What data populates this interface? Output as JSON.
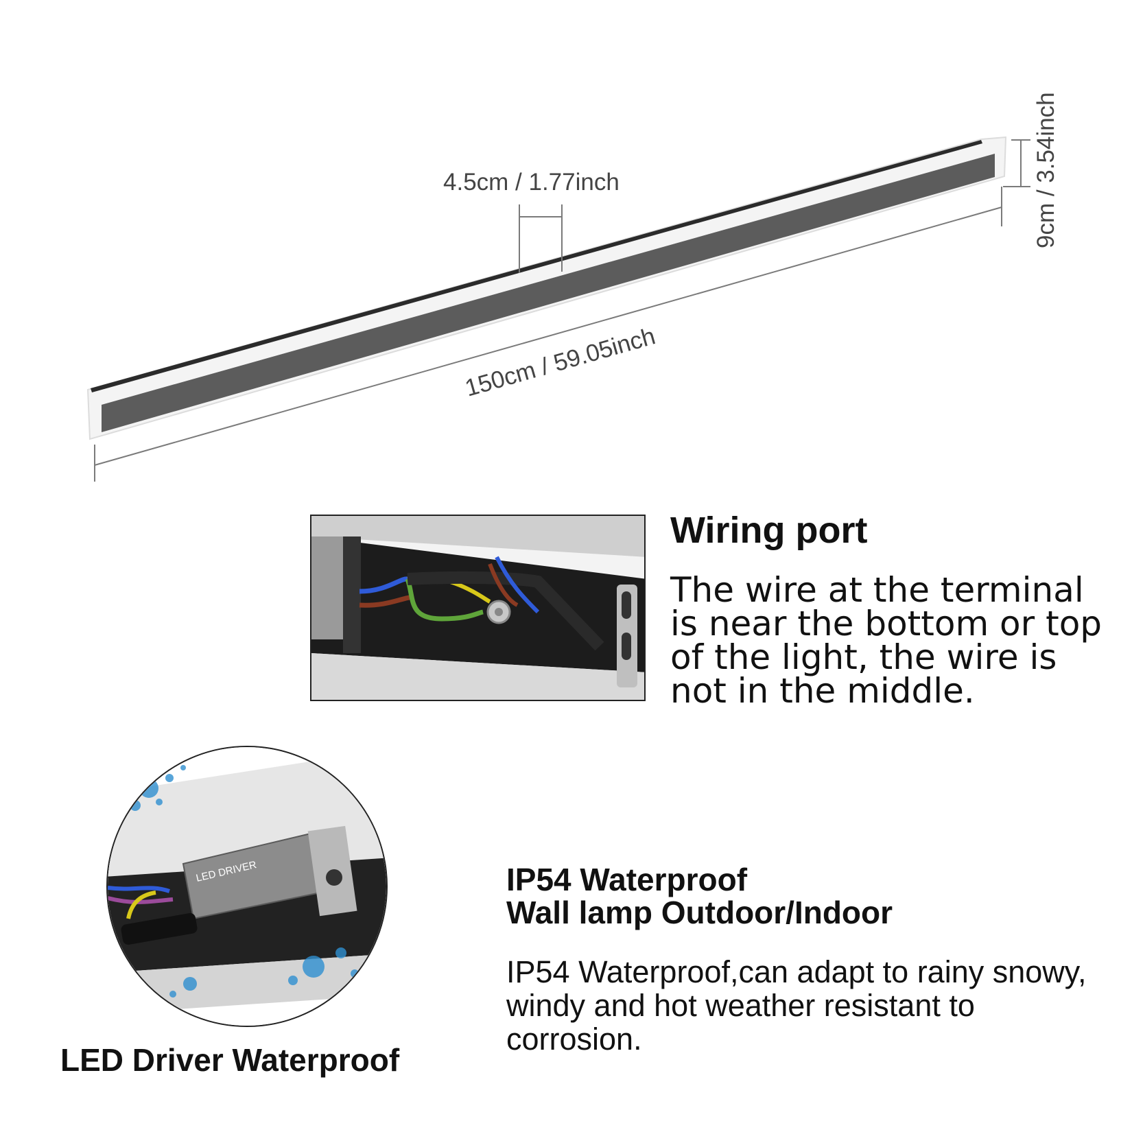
{
  "dimensions": {
    "width_label": "4.5cm / 1.77inch",
    "length_label": "150cm / 59.05inch",
    "height_label": "9cm / 3.54inch"
  },
  "wiring": {
    "title": "Wiring port",
    "description": "The wire at the terminal is near the bottom or top of the light, the wire is not in the middle."
  },
  "driver": {
    "label_text": "LED DRIVER",
    "caption": "LED Driver Waterproof"
  },
  "ip": {
    "title_line1": "IP54 Waterproof",
    "title_line2": "Wall lamp Outdoor/Indoor",
    "description": "IP54 Waterproof,can adapt to rainy snowy, windy and hot weather resistant to corrosion."
  },
  "colors": {
    "lamp_panel": "#5c5c5c",
    "lamp_frame": "#f2f2f2",
    "dimension_line": "#777777",
    "water": "#2f8fd0"
  }
}
